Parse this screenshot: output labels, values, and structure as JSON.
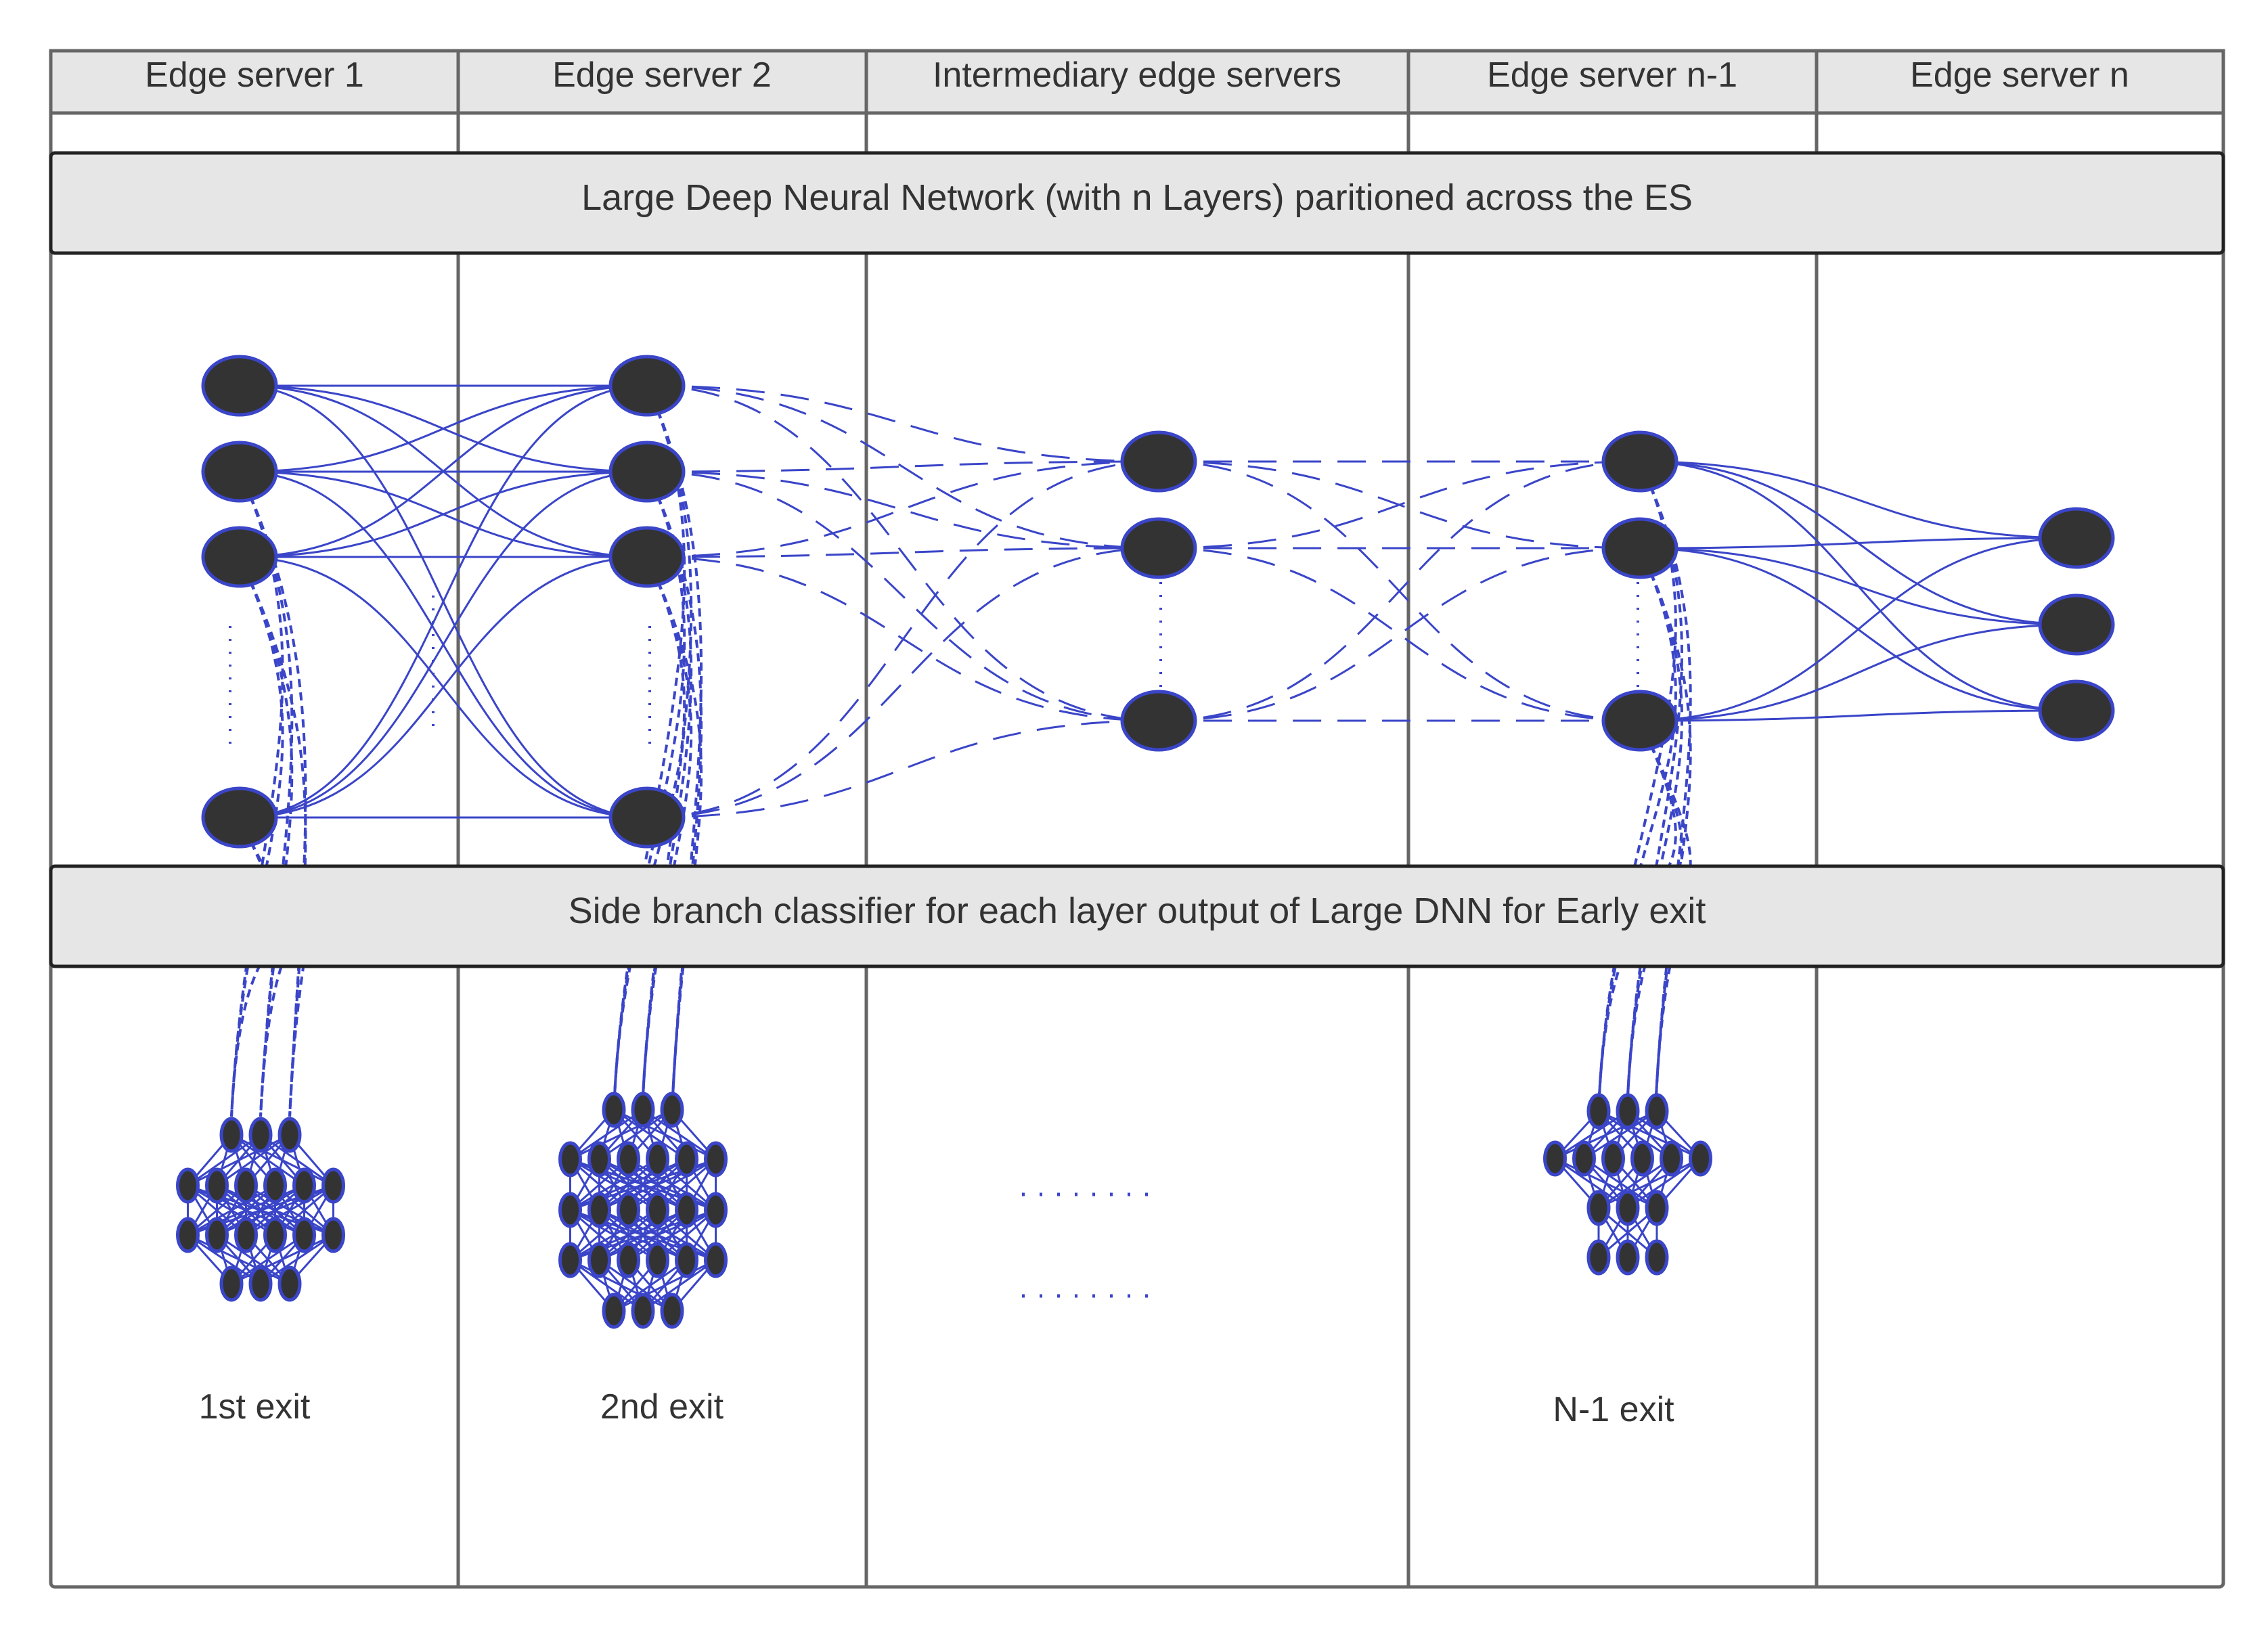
{
  "columns": [
    {
      "label": "Edge server 1"
    },
    {
      "label": "Edge server 2"
    },
    {
      "label": "Intermediary edge servers"
    },
    {
      "label": "Edge server n-1"
    },
    {
      "label": "Edge server n"
    }
  ],
  "banners": {
    "top": "Large Deep Neural Network (with n Layers) paritioned across the ES",
    "bottom": "Side branch classifier for each layer output of Large DNN  for Early exit"
  },
  "exits": [
    {
      "label": "1st exit"
    },
    {
      "label": "2nd exit"
    },
    {
      "label": "N-1 exit"
    }
  ],
  "colors": {
    "line": "#3a45c8",
    "node": "#333333",
    "node_stroke": "#3a45c8",
    "header_fill": "#e6e6e6",
    "border": "#555555"
  }
}
